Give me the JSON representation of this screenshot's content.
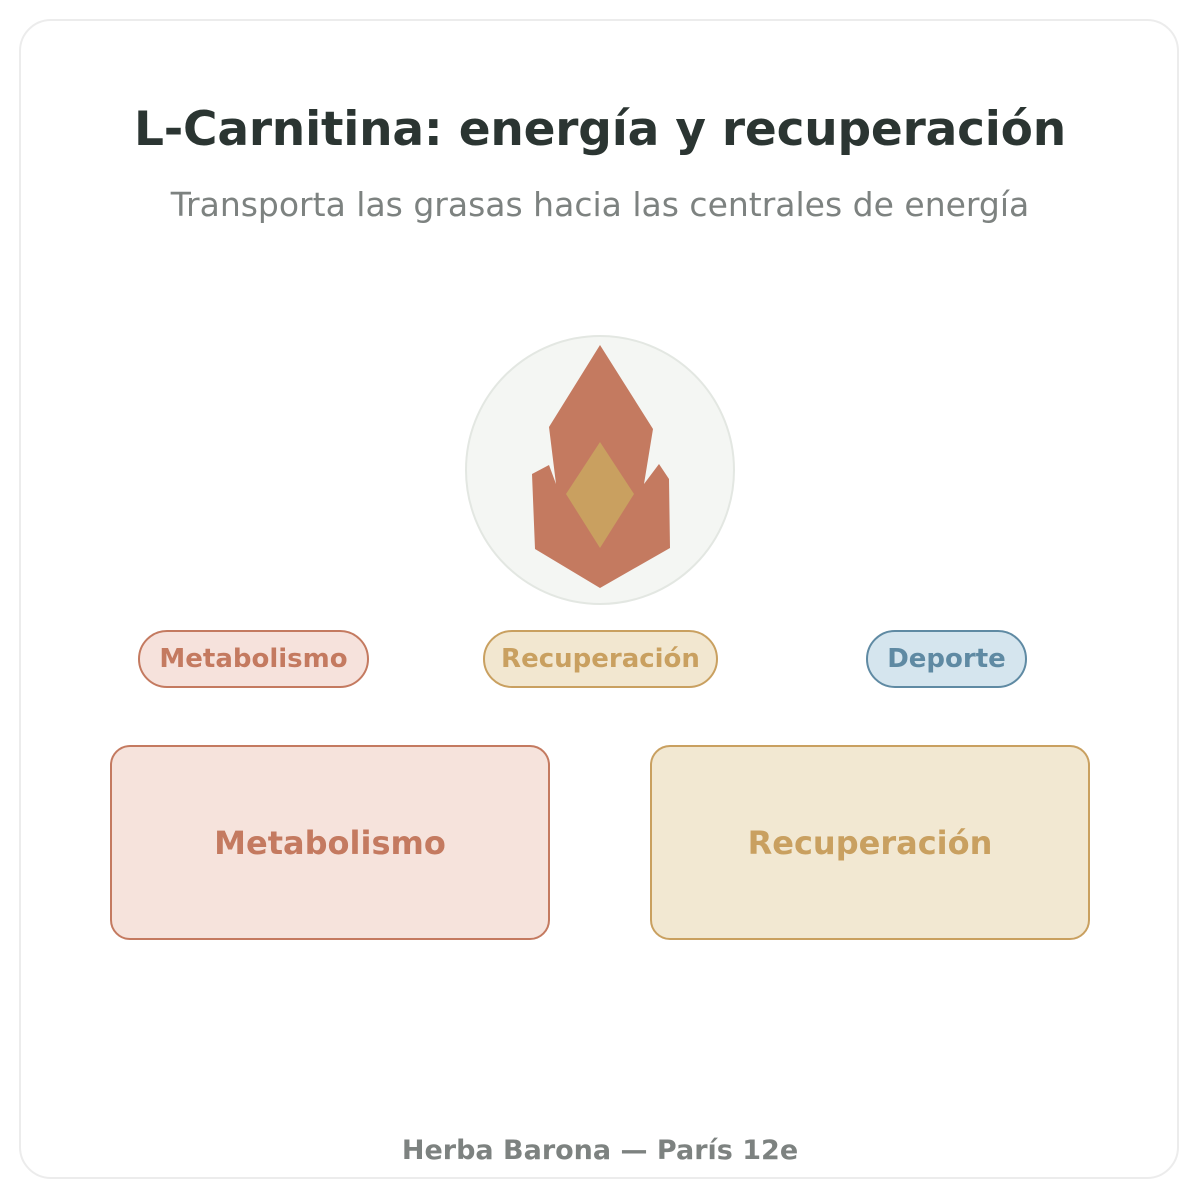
{
  "title": "L-Carnitina: energía y recuperación",
  "subtitle": "Transporta las grasas hacia las centrales de energía",
  "emblem": {
    "icon": "flame-icon",
    "colors": {
      "circle_fill": "#f4f6f3",
      "circle_stroke": "#e3e7e2",
      "flame": "#c47a60",
      "core": "#c9a060"
    }
  },
  "tags": [
    {
      "label": "Metabolismo",
      "color": "#c47a60",
      "fill": "#f6e2dc"
    },
    {
      "label": "Recuperación",
      "color": "#c9a060",
      "fill": "#f2e7d0"
    },
    {
      "label": "Deporte",
      "color": "#5f8aa3",
      "fill": "#d5e5ee"
    }
  ],
  "panels": [
    {
      "label": "Metabolismo",
      "color": "#c47a60",
      "fill": "#f6e3dc"
    },
    {
      "label": "Recuperación",
      "color": "#c9a060",
      "fill": "#f2e8d2"
    }
  ],
  "footer": "Herba Barona — París 12e"
}
